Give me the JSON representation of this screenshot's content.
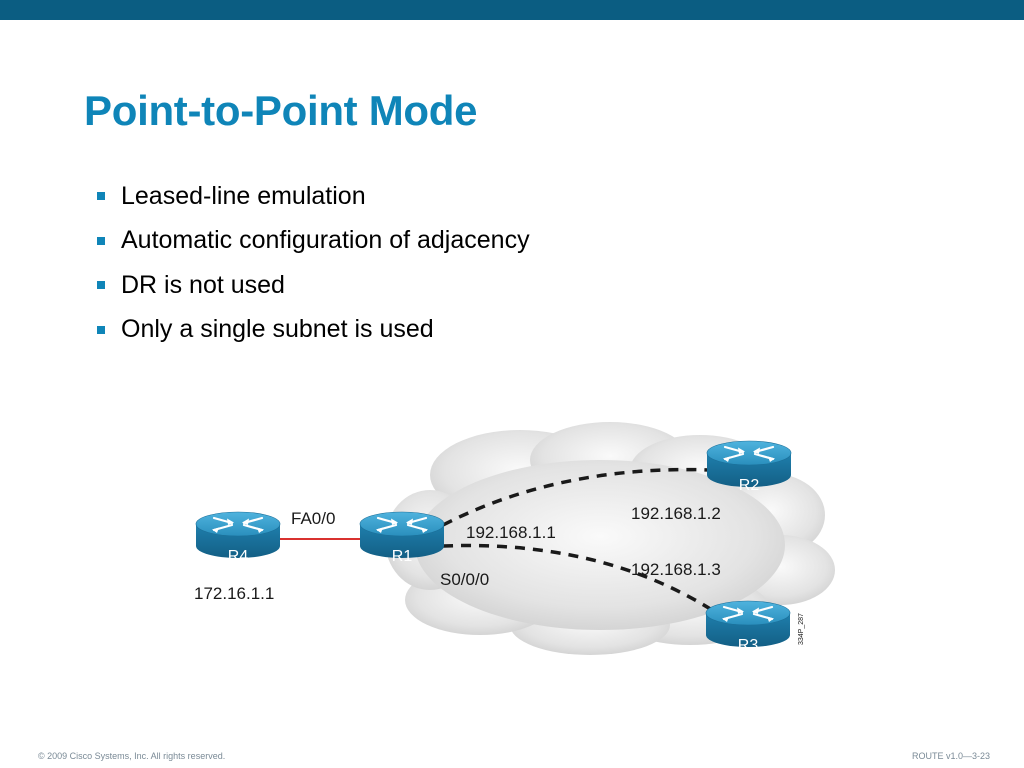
{
  "slide": {
    "title": "Point-to-Point Mode",
    "bullets": [
      "Leased-line emulation",
      "Automatic configuration of adjacency",
      "DR is not used",
      "Only a single subnet is used"
    ]
  },
  "diagram": {
    "routers": [
      {
        "id": "R1"
      },
      {
        "id": "R2"
      },
      {
        "id": "R3"
      },
      {
        "id": "R4"
      }
    ],
    "labels": {
      "r4_interface": "FA0/0",
      "r4_address": "172.16.1.1",
      "r1_address": "192.168.1.1",
      "r1_interface": "S0/0/0",
      "r2_address": "192.168.1.2",
      "r3_address": "192.168.1.3",
      "figure_id": "334P_287"
    },
    "colors": {
      "ethernet_link": "#d9312f",
      "frame_relay_link": "#1a1a1a",
      "router": "#2a8fbd",
      "cloud": "#e2e2e2"
    }
  },
  "footer": {
    "copyright": "© 2009 Cisco Systems, Inc. All rights reserved.",
    "course": "ROUTE v1.0—3-23"
  },
  "theme": {
    "header_bar": "#0b5d82",
    "title_color": "#0f85b8"
  }
}
